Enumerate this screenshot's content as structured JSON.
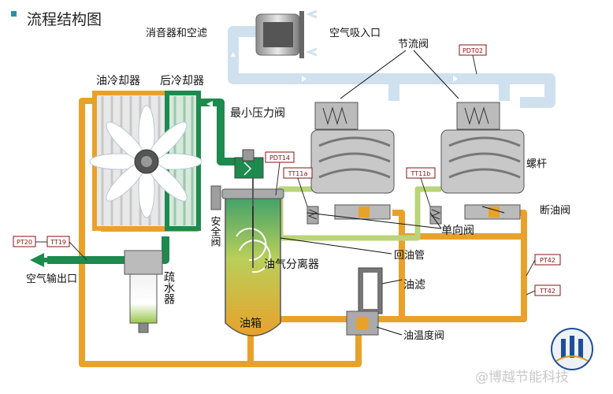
{
  "title": "流程结构图",
  "components": {
    "silencer_filter": "消音器和空滤",
    "air_inlet": "空气吸入口",
    "throttle_valve": "节流阀",
    "oil_cooler": "油冷却器",
    "after_cooler": "后冷却器",
    "min_pressure_valve": "最小压力阀",
    "screw": "螺杆",
    "oil_stop_valve": "断油阀",
    "check_valve": "单向阀",
    "oil_return_pipe": "回油管",
    "oil_separator": "油气分离器",
    "oil_filter": "油滤",
    "oil_tank": "油箱",
    "oil_temp_valve": "油温度阀",
    "air_outlet": "空气输出口",
    "drain": "疏水器",
    "safety_valve": "安全阀"
  },
  "sensor_tags": [
    "PDT02",
    "PDT14",
    "TT11a",
    "TT11b",
    "PT42",
    "TT42",
    "PT20",
    "TT19"
  ],
  "watermark": "@博越节能科技",
  "colors": {
    "oil": "#e8a22a",
    "air": "#cfe1ee",
    "compressed_air": "#1d8a4e",
    "outline": "#4a4a4a"
  }
}
